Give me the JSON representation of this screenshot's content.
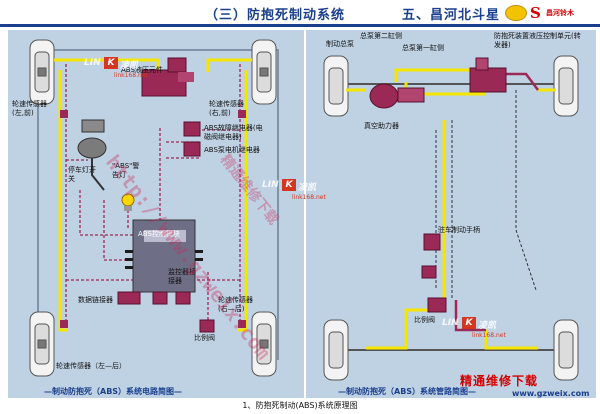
{
  "header": {
    "title": "（三）防抱死制动系统",
    "brand": "五、昌河北斗星",
    "logo_text": "昌河铃木"
  },
  "left_panel": {
    "labels": {
      "abs_hydraulic": "ABS液压元件",
      "wheel_sensor_fl": "轮速传感器(左,前)",
      "wheel_sensor_fr": "轮速传感器(右,前)",
      "abs_fault_relay": "ABS故障继电器(电磁阀继电器)",
      "abs_pump_relay": "ABS泵电机继电器",
      "brake_light_switch": "停车灯开关",
      "abs_warning": "\"ABS\"警告灯",
      "abs_module": "ABS控制模块",
      "data_connector": "数据链接器",
      "monitor_connector": "监控器插接器",
      "wheel_sensor_rl": "轮速传感器（左—后）",
      "wheel_sensor_rr": "轮速传感器(右—后)",
      "prop_valve": "比例阀"
    },
    "caption": "—制动防抱死（ABS）系统电路简图—"
  },
  "right_panel": {
    "labels": {
      "brake_pump": "制动总泵",
      "master_cyl_2": "总泵第二缸侧",
      "master_cyl_1": "总泵第一缸侧",
      "hydraulic_unit": "防抱死装置液压控制单元(转发器)",
      "vacuum_booster": "真空助力器",
      "parking_handle": "驻车制动手柄",
      "prop_valve": "比例阀"
    },
    "caption": "—制动防抱死（ABS）系统管路简图—"
  },
  "watermarks": {
    "url": "http://www.gzweix.com",
    "cn": "精通维修下载",
    "brand": "LIN",
    "k": "K",
    "brand_cn": "凌凯",
    "site": "link168.net",
    "bottom_cn": "精通维修下载",
    "bottom_url": "www.gzweix.com"
  },
  "footer": {
    "text": "1、防抱死制动(ABS)系统原理图"
  },
  "colors": {
    "panel_bg": "#bfd2e4",
    "wire_yellow": "#f4e600",
    "component_maroon": "#9a2a55",
    "module_gray": "#6e6f86",
    "header_blue": "#1b3f8c"
  }
}
